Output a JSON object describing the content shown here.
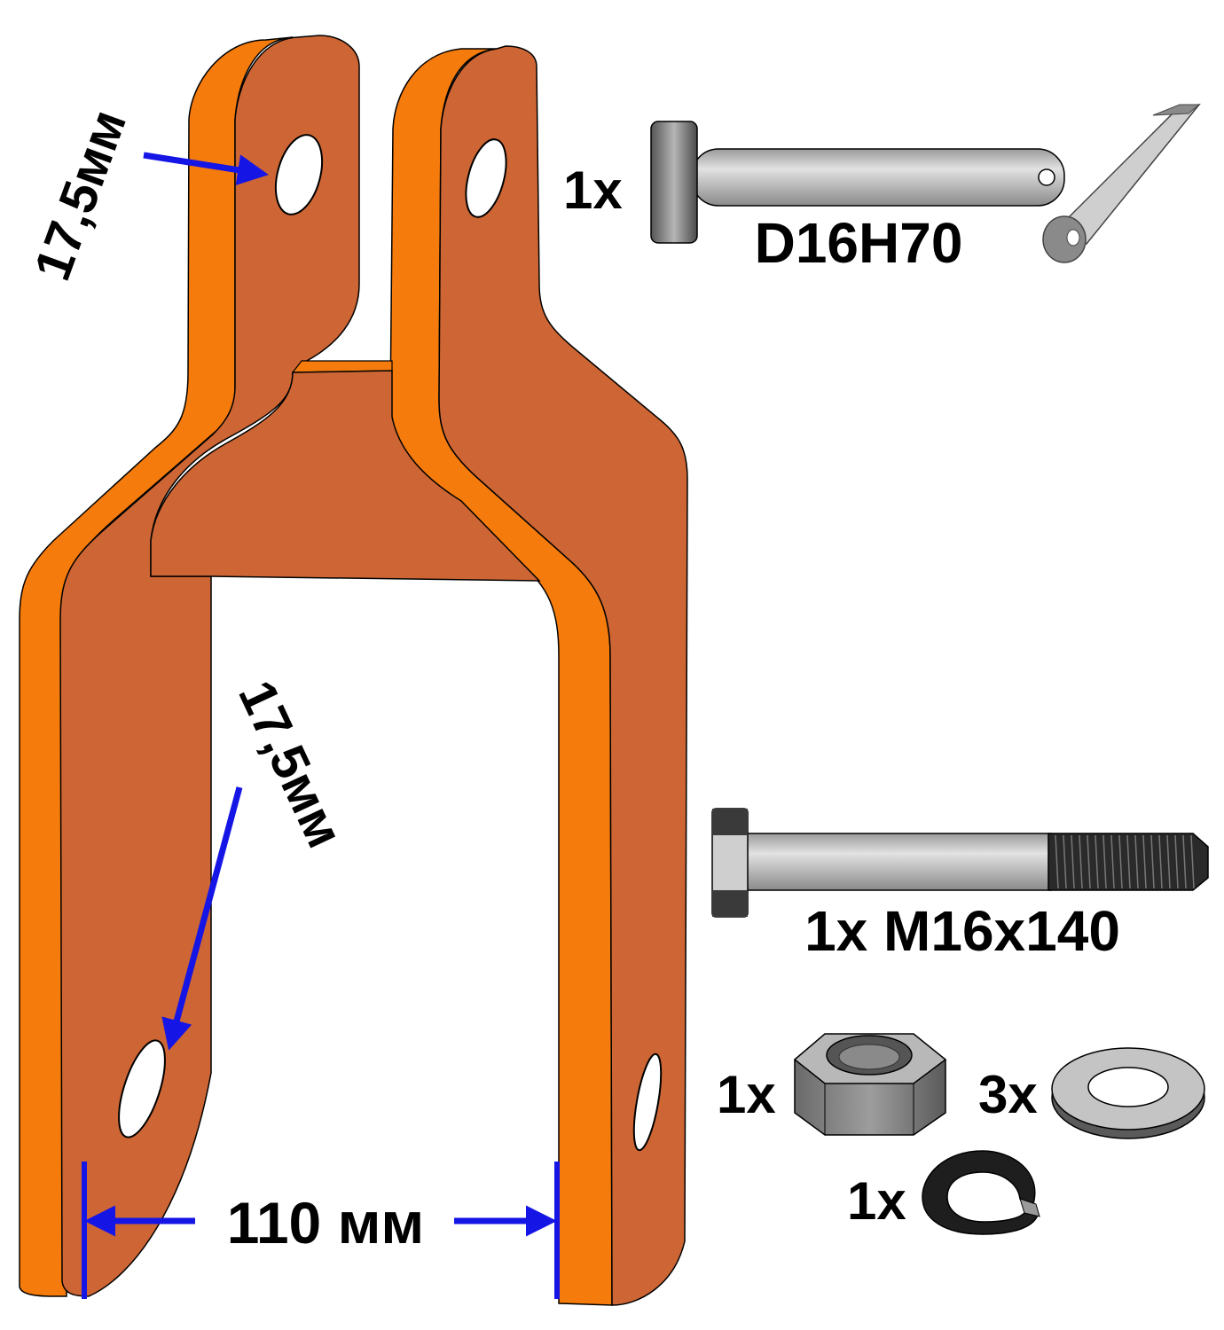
{
  "colors": {
    "edge_orange": "#f57b0c",
    "face_orange": "#cd6634",
    "arrow_blue": "#1515e6",
    "steel_light": "#cfcfcf",
    "steel_dark": "#6e6e6e",
    "outline": "#000000"
  },
  "bracket": {
    "hole_top_label": "17,5мм",
    "hole_bottom_label": "17,5мм",
    "width_label": "110 мм"
  },
  "parts": {
    "pin": {
      "qty": "1x",
      "spec": "D16H70"
    },
    "bolt": {
      "label": "1x M16x140"
    },
    "nut": {
      "qty": "1x"
    },
    "washer": {
      "qty": "3x"
    },
    "spring_washer": {
      "qty": "1x"
    }
  }
}
